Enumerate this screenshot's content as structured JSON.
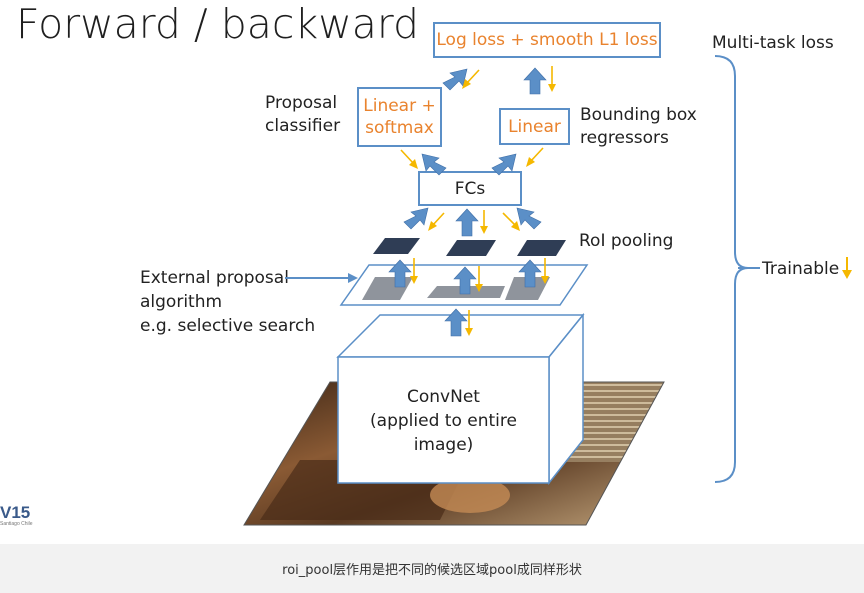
{
  "title": "Forward / backward",
  "labels": {
    "loss_box": "Log loss + smooth L1 loss",
    "multitask": "Multi-task loss",
    "proposal_classifier_line1": "Proposal",
    "proposal_classifier_line2": "classifier",
    "linear_softmax_line1": "Linear +",
    "linear_softmax_line2": "softmax",
    "linear": "Linear",
    "bbox_line1": "Bounding box",
    "bbox_line2": "regressors",
    "fcs": "FCs",
    "roi_pooling": "RoI pooling",
    "trainable": "Trainable",
    "external_line1": "External proposal",
    "external_line2": "algorithm",
    "external_line3": "e.g. selective search",
    "convnet_line1": "ConvNet",
    "convnet_line2": "(applied to entire",
    "convnet_line3": "image)"
  },
  "logo": {
    "text": "V15",
    "sub": "Santiago Chile"
  },
  "caption": "roi_pool层作用是把不同的候选区域pool成同样形状",
  "colors": {
    "box_border": "#5b8fc7",
    "up_arrow": "#5b8fc7",
    "down_arrow": "#f5b800",
    "orange_text": "#e9832e",
    "roi_dark": "#2f3d55",
    "caption_bg": "#f2f2f2"
  }
}
